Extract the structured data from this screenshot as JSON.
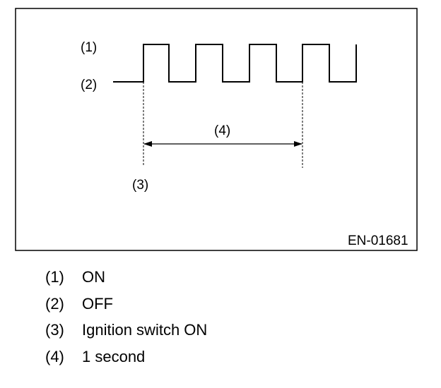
{
  "diagram": {
    "labels": {
      "on": "(1)",
      "off": "(2)",
      "start": "(3)",
      "interval": "(4)"
    },
    "code": "EN-01681"
  },
  "legend": [
    {
      "key": "(1)",
      "text": "ON"
    },
    {
      "key": "(2)",
      "text": "OFF"
    },
    {
      "key": "(3)",
      "text": "Ignition switch ON"
    },
    {
      "key": "(4)",
      "text": "1 second"
    }
  ]
}
